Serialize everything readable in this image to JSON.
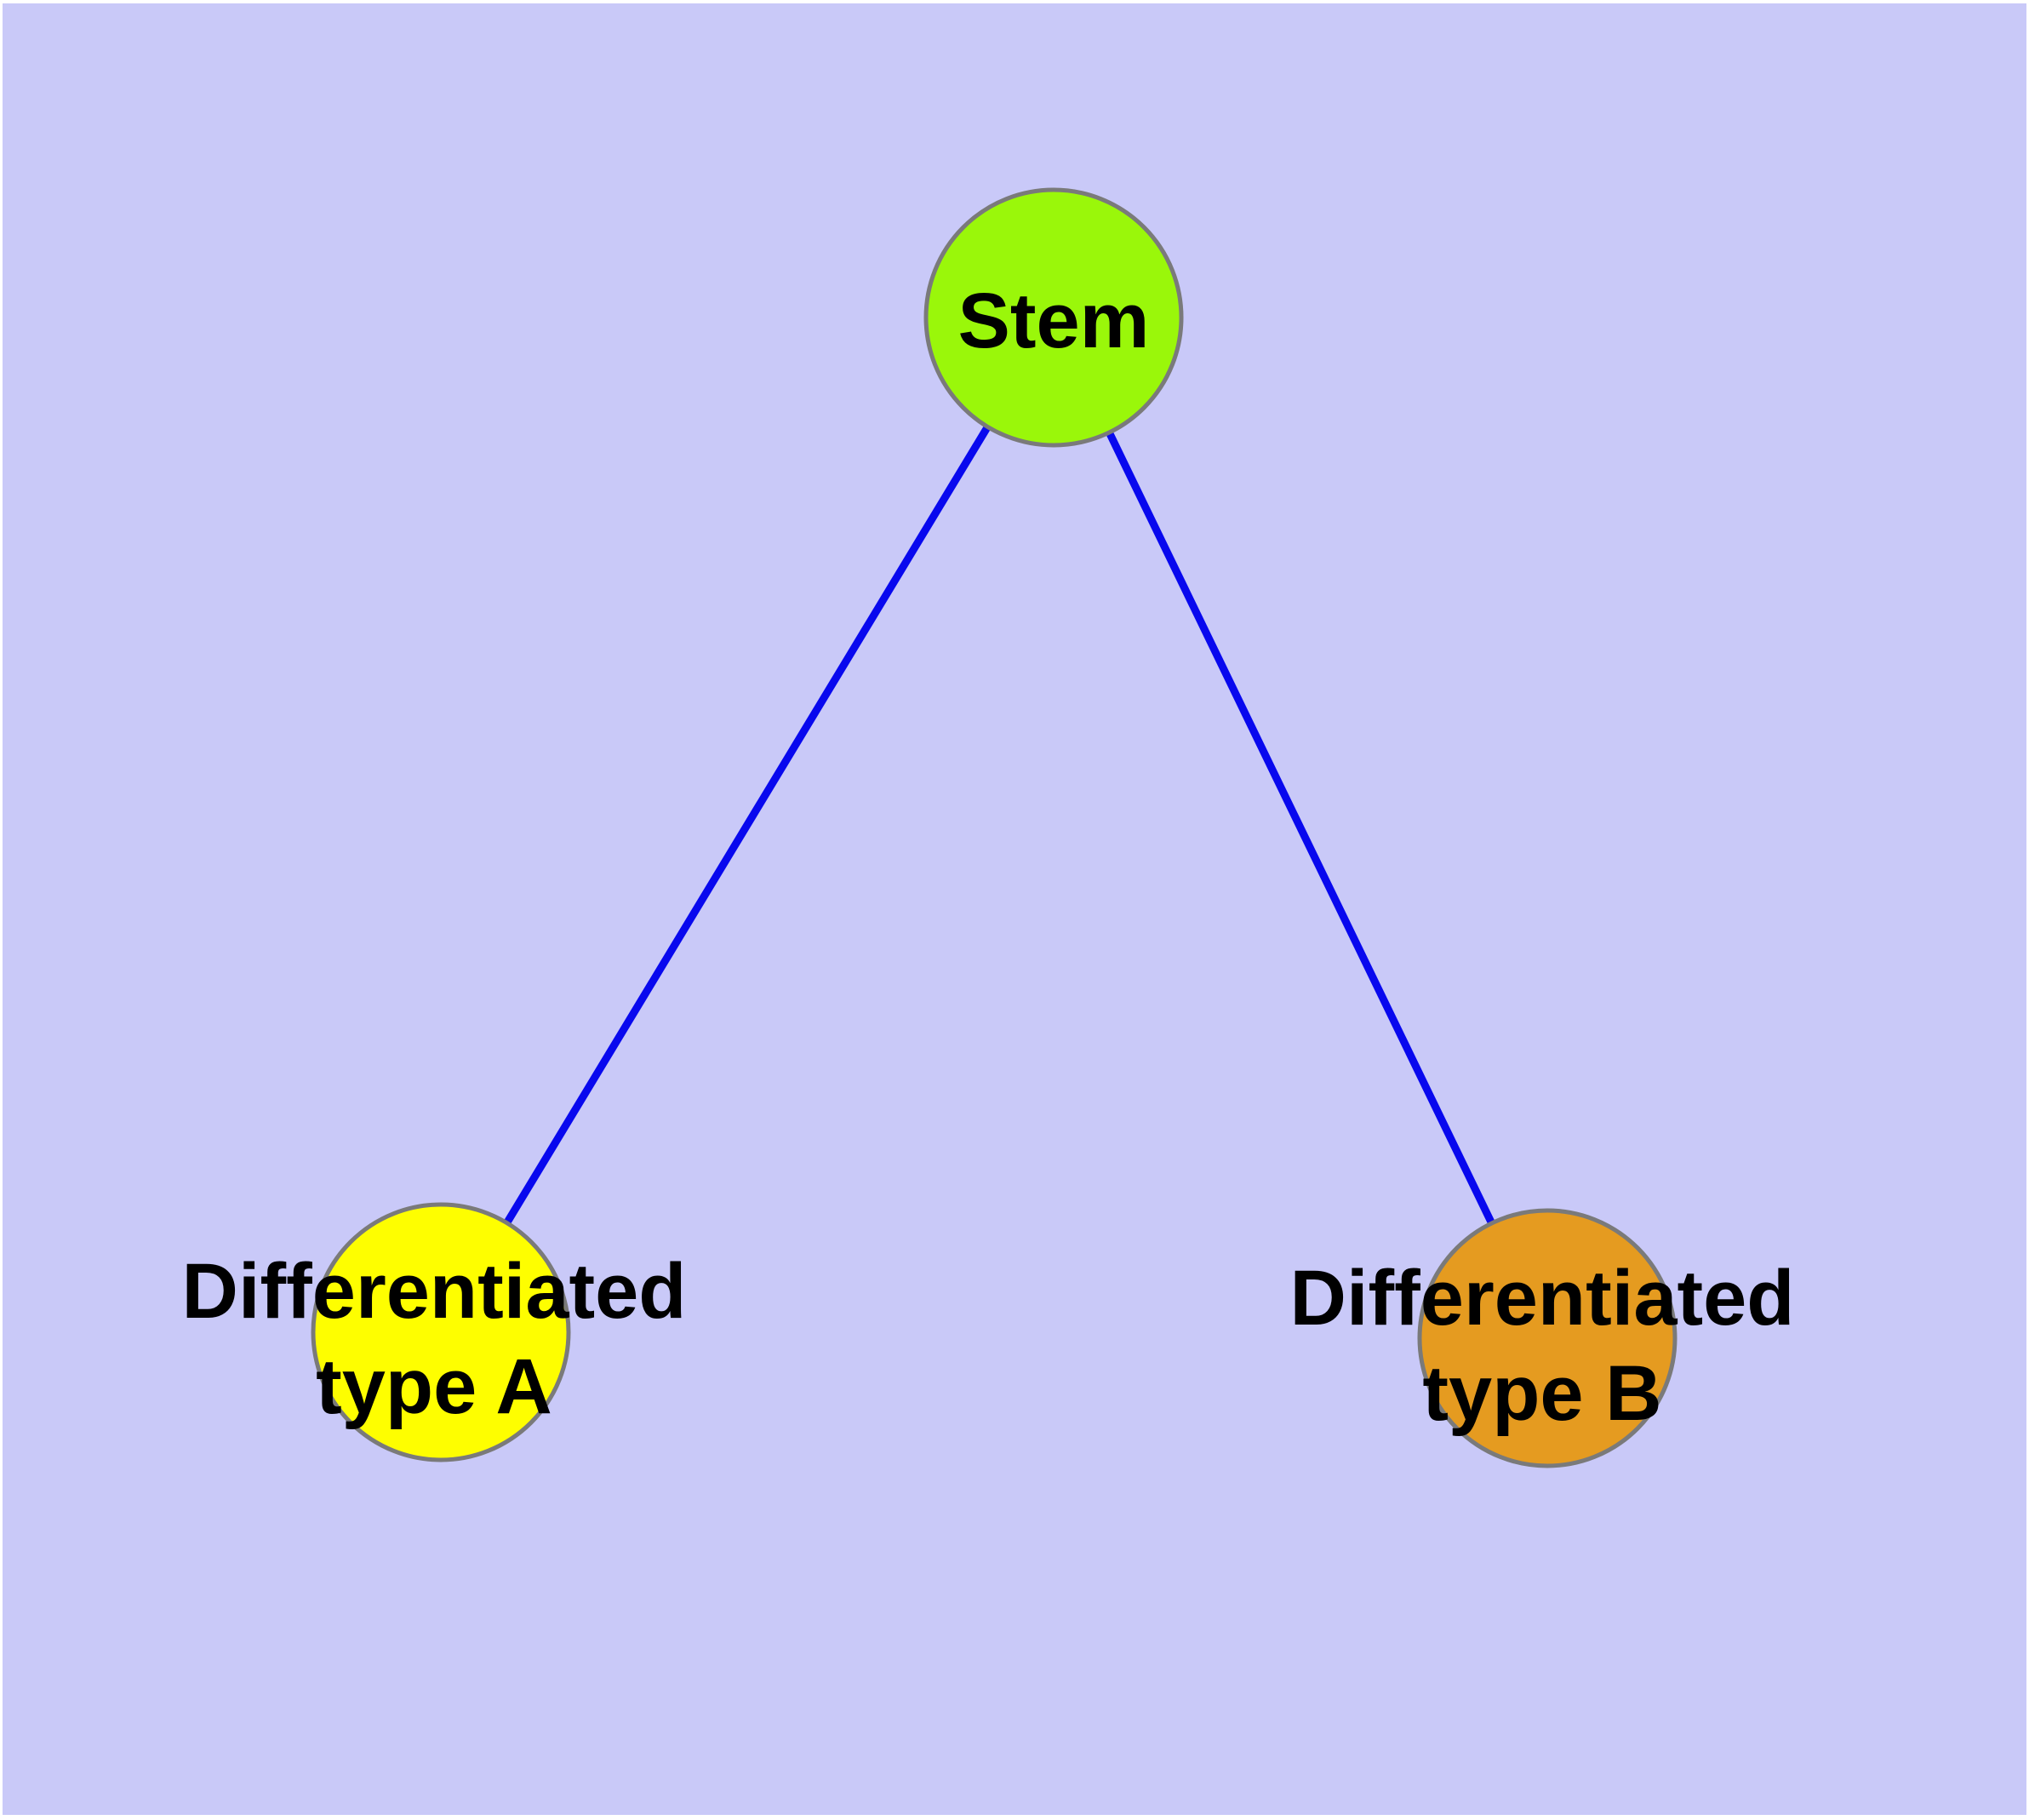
{
  "diagram": {
    "type": "graph",
    "background_color": "#c9c9f8",
    "edge_color": "#0808ee",
    "node_border_color": "#7a7a7a",
    "label_color": "#000000",
    "nodes": {
      "stem": {
        "label": "Stem",
        "color": "#9af70a"
      },
      "type_a": {
        "label": "Differentiated type A",
        "label_line1": "Differentiated",
        "label_line2": "type A",
        "color": "#fefe00"
      },
      "type_b": {
        "label": "Differentiated type B",
        "label_line1": "Differentiated",
        "label_line2": "type B",
        "color": "#e59b20"
      }
    },
    "edges": [
      {
        "from": "Stem",
        "to": "Differentiated type A"
      },
      {
        "from": "Stem",
        "to": "Differentiated type B"
      }
    ]
  }
}
